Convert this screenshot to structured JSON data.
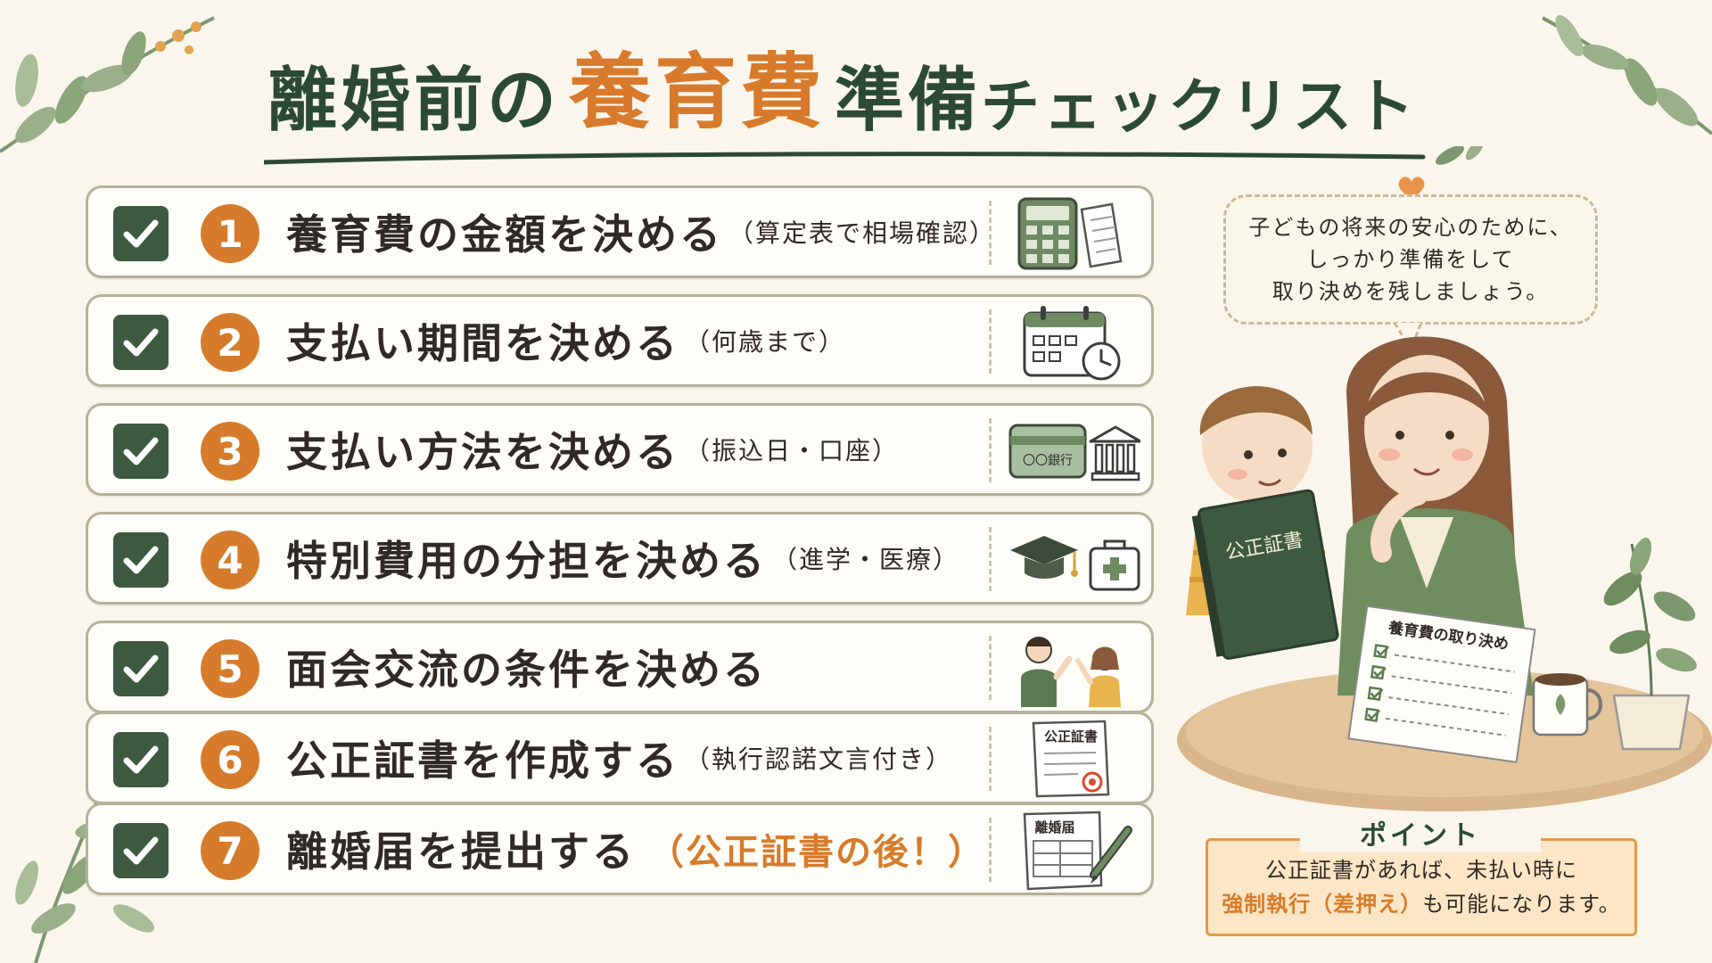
{
  "title": {
    "part1": "離婚前の",
    "accent": "養育費",
    "part2": "準備",
    "part3": "チェックリスト"
  },
  "checklist": [
    {
      "number": "1",
      "main": "養育費の金額を決める",
      "sub": "（算定表で相場確認）",
      "icon": "calculator-icon"
    },
    {
      "number": "2",
      "main": "支払い期間を決める",
      "sub": "（何歳まで）",
      "icon": "calendar-clock-icon"
    },
    {
      "number": "3",
      "main": "支払い方法を決める",
      "sub": "（振込日・口座）",
      "icon": "bank-card-icon"
    },
    {
      "number": "4",
      "main": "特別費用の分担を決める",
      "sub": "（進学・医療）",
      "icon": "graduation-medical-icon"
    },
    {
      "number": "5",
      "main": "面会交流の条件を決める",
      "sub": "",
      "icon": "parent-child-icon"
    },
    {
      "number": "6",
      "main": "公正証書を作成する",
      "sub": "（執行認諾文言付き）",
      "icon": "notarized-document-icon"
    },
    {
      "number": "7",
      "main": "離婚届を提出する",
      "sub": "（公正証書の後！）",
      "icon": "divorce-form-icon"
    }
  ],
  "icon_labels": {
    "bank": "〇〇銀行",
    "deed": "公正証書",
    "divorce_form": "離婚届"
  },
  "bubble": {
    "line1": "子どもの将来の安心のために、",
    "line2": "しっかり準備をして",
    "line3": "取り決めを残しましょう。"
  },
  "illustration": {
    "book_label": "公正証書",
    "paper_title": "養育費の取り決め"
  },
  "point": {
    "title": "ポイント",
    "line1": "公正証書があれば、未払い時に",
    "line2_accent": "強制執行（差押え）",
    "line2_rest": "も可能になります。"
  },
  "colors": {
    "accent_orange": "#d67b2b",
    "dark_green": "#3d5a40",
    "background": "#faf6ee"
  }
}
